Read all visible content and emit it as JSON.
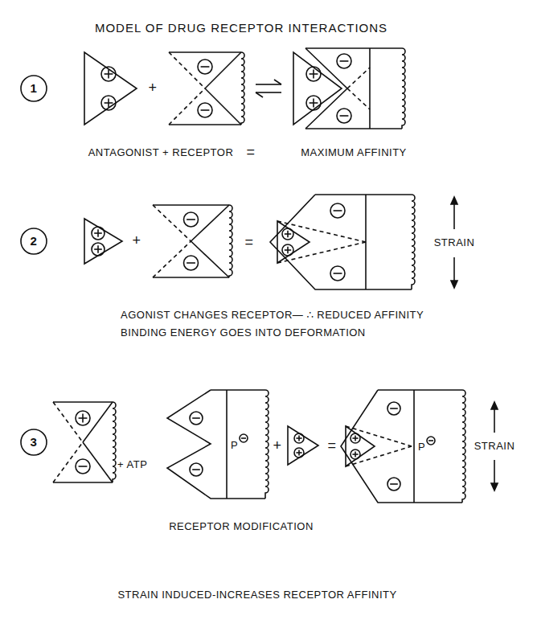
{
  "diagram": {
    "title": "MODEL OF DRUG RECEPTOR INTERACTIONS",
    "labels": [
      "1",
      "+",
      "ANTAGONIST + RECEPTOR",
      "=",
      "MAXIMUM AFFINITY",
      "2",
      "+",
      "=",
      "STRAIN",
      "AGONIST CHANGES RECEPTOR— ∴ REDUCED AFFINITY",
      "BINDING ENERGY GOES INTO DEFORMATION",
      "3",
      "+ ATP",
      "P",
      "+",
      "=",
      "P",
      "STRAIN",
      "RECEPTOR MODIFICATION",
      "STRAIN INDUCED-INCREASES RECEPTOR AFFINITY"
    ]
  }
}
